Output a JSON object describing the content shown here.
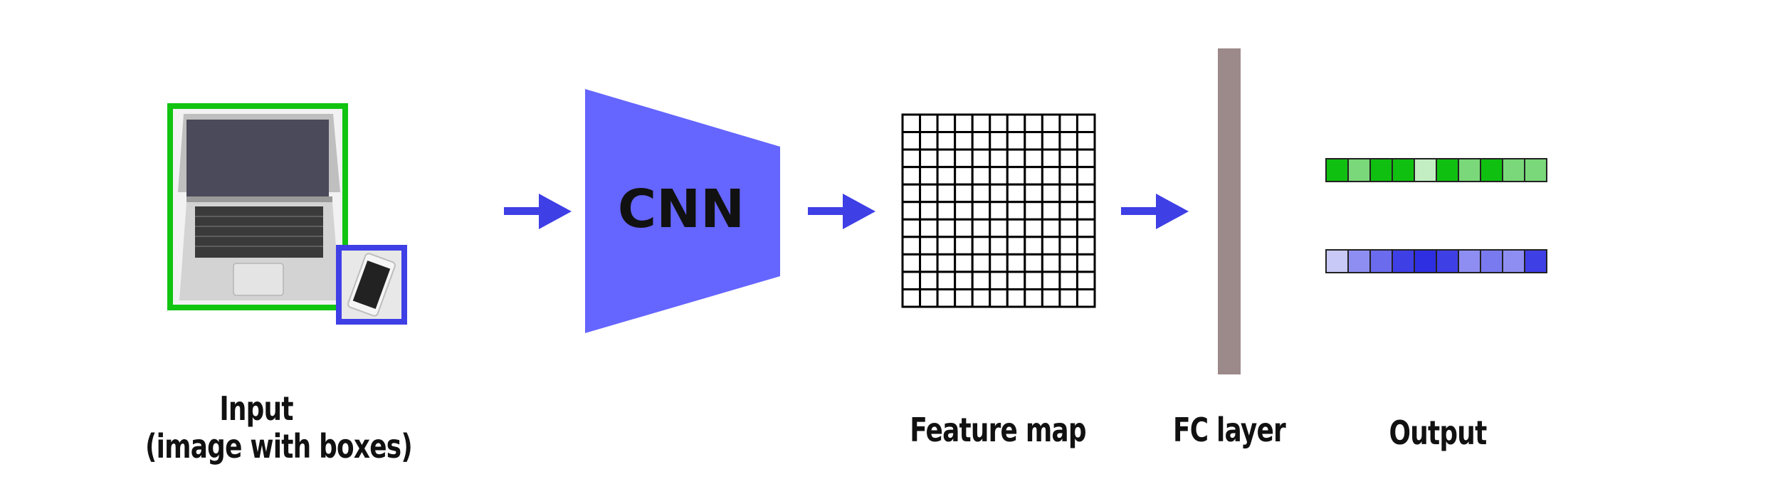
{
  "cnn": {
    "text": "CNN",
    "color": "#6565FF"
  },
  "labels": {
    "input_line1": "Input",
    "input_line2": "(image with boxes)",
    "feature_map": "Feature map",
    "fc_layer": "FC layer",
    "output": "Output"
  },
  "colors": {
    "arrow": "#3F3FE6",
    "object_box_laptop": "#10C410",
    "object_box_phone": "#3F3FE6",
    "fc_layer": "#9C8989",
    "feature_map_grid": "#000000"
  },
  "feature_map": {
    "rows": 11,
    "cols": 11
  },
  "outputs": {
    "green_vector": [
      "#10C010",
      "#7AD87A",
      "#10C010",
      "#10C010",
      "#C3EEC3",
      "#10C010",
      "#7AD87A",
      "#10C010",
      "#7AD87A",
      "#7AD87A"
    ],
    "blue_vector": [
      "#C9C9F7",
      "#8E8EF2",
      "#6B6BEE",
      "#3F3FE6",
      "#2E2EE2",
      "#3F3FE6",
      "#8E8EF2",
      "#7A7AF0",
      "#8E8EF2",
      "#3F3FE6"
    ]
  }
}
